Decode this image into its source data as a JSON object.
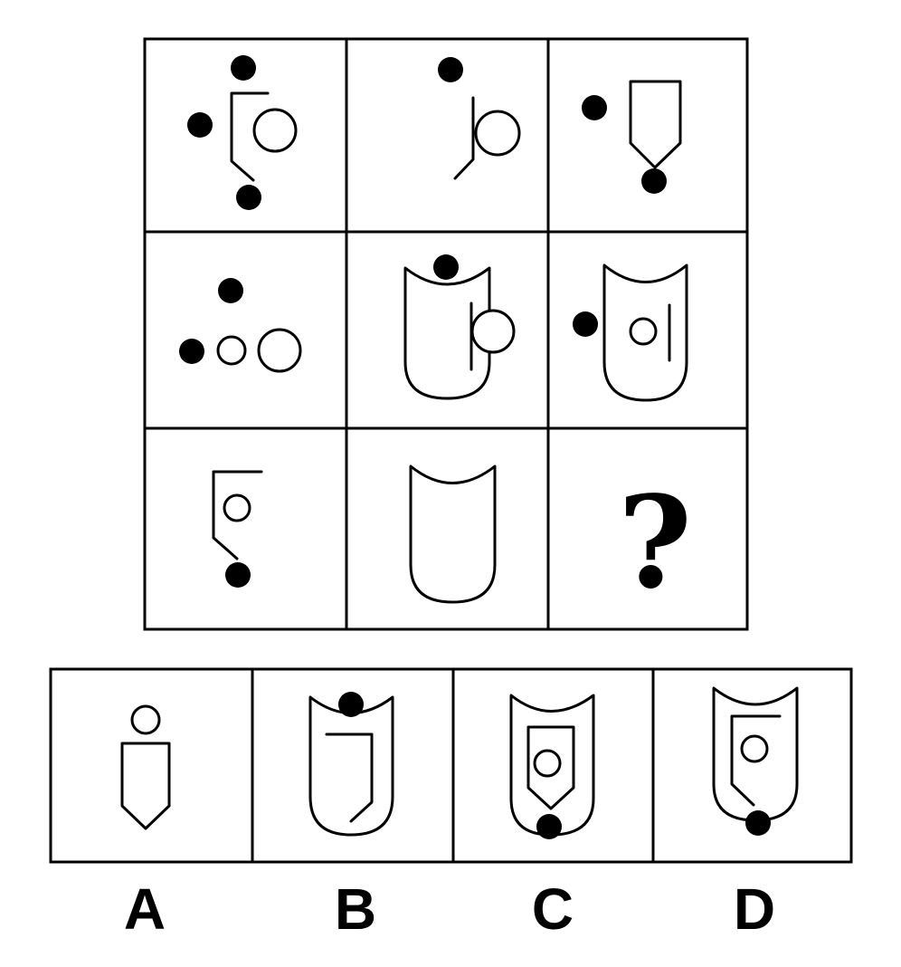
{
  "puzzle": {
    "question_symbol": "?"
  },
  "options": [
    {
      "letter": "A"
    },
    {
      "letter": "B"
    },
    {
      "letter": "C"
    },
    {
      "letter": "D"
    }
  ]
}
